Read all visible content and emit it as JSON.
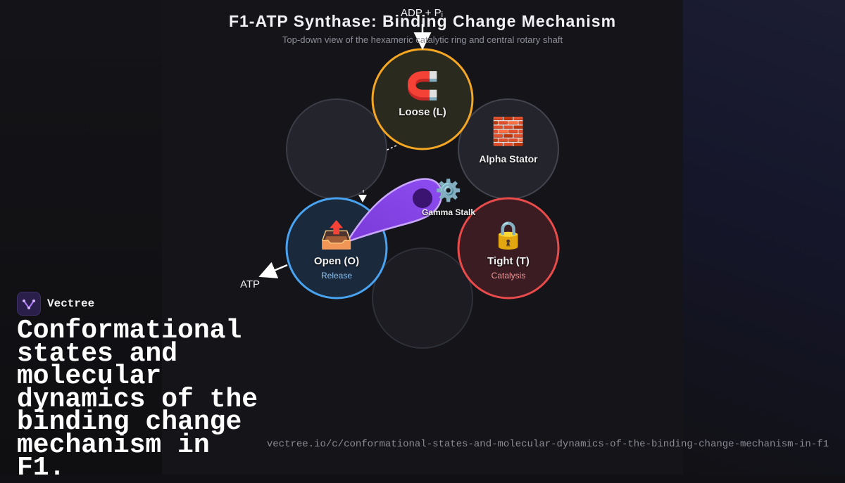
{
  "diagram": {
    "title": "F1-ATP Synthase: Binding Change Mechanism",
    "subtitle": "Top-down view of the hexameric catalytic ring and central rotary shaft",
    "loose": {
      "label": "Loose (L)",
      "icon": "magnet-icon",
      "glyph": "🧲",
      "color": "#f5a623"
    },
    "stator": {
      "label": "Alpha Stator",
      "icon": "brick-icon",
      "glyph": "🧱"
    },
    "tight": {
      "label": "Tight (T)",
      "sub": "Catalysis",
      "icon": "lock-icon",
      "glyph": "🔒",
      "color": "#e94b4b"
    },
    "open": {
      "label": "Open (O)",
      "sub": "Release",
      "icon": "outbox-tray-icon",
      "glyph": "📤",
      "color": "#4aa3f0"
    },
    "gamma": {
      "label": "Gamma Stalk",
      "icon": "gear-icon",
      "glyph": "⚙️",
      "color": "#7b3fe0"
    },
    "substrate_label": "ADP + Pᵢ",
    "product_label": "ATP"
  },
  "brand": {
    "name": "Vectree"
  },
  "headline": "Conformational states and molecular dynamics of the binding change mechanism in F1.",
  "url": "vectree.io/c/conformational-states-and-molecular-dynamics-of-the-binding-change-mechanism-in-f1"
}
